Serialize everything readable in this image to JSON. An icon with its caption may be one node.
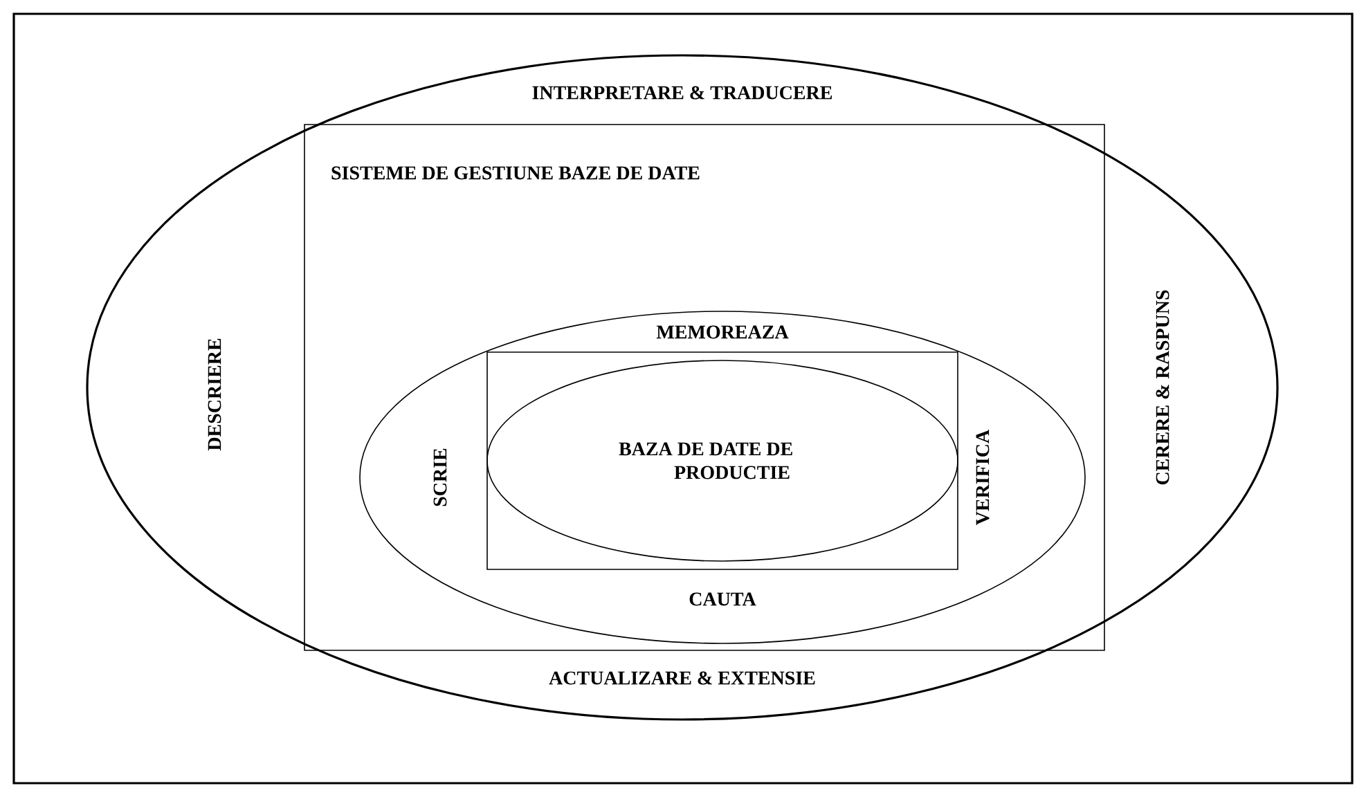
{
  "diagram": {
    "nodes": [
      {
        "text": [
          "INTERPRETARE & TRADUCERE",
          "DESCRIERE",
          "CERERE & RASPUNS",
          "ACTUALIZARE & EXTENSIE"
        ]
      },
      {
        "text": [
          "SISTEME DE GESTIUNE BAZE DE DATE"
        ],
        "in": 0
      },
      {
        "text": [
          "MEMOREAZA",
          "SCRIE",
          "VERIFICA",
          "CAUTA"
        ],
        "in": 1
      },
      {
        "text": [],
        "shape": "box",
        "in": 2
      },
      {
        "text": [
          "BAZA DE DATE DE PRODUCTIE"
        ],
        "in": 3
      }
    ]
  }
}
